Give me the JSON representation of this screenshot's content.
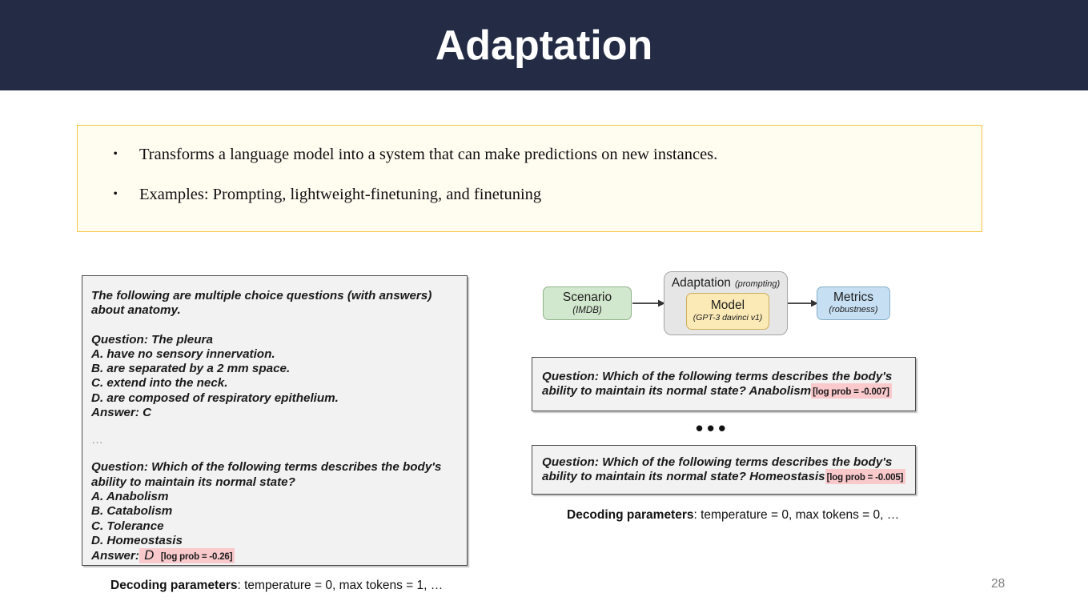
{
  "slide": {
    "title": "Adaptation",
    "page_number": "28",
    "header_color": "#232B45",
    "callout_bg": "#FFFCF0",
    "callout_border": "#F5C644",
    "highlight_color": "#F9C9CC"
  },
  "callout": {
    "bullets": [
      {
        "marker": "•",
        "text": "Transforms a language model into a system that can make predictions on new instances."
      },
      {
        "marker": "•",
        "text": " Examples: Prompting, lightweight-finetuning, and finetuning"
      }
    ]
  },
  "left_prompt": {
    "intro": "The following are multiple choice questions (with answers) about anatomy.",
    "example_question": "Question: The pleura",
    "example_choices": [
      "A. have no sensory innervation.",
      "B. are separated by a 2 mm space.",
      "C. extend into the neck.",
      "D. are composed of respiratory epithelium."
    ],
    "example_answer": "Answer: C",
    "ellipsis": "…",
    "target_question": "Question: Which of the following terms describes the body's ability to maintain its normal state?",
    "target_choices": [
      "A. Anabolism",
      "B. Catabolism",
      "C. Tolerance",
      "D. Homeostasis"
    ],
    "answer_label": "Answer:",
    "answer_value": "D",
    "answer_logprob": "[log prob = -0.26]"
  },
  "left_decoding": {
    "label": "Decoding parameters",
    "rest": ": temperature = 0, max tokens = 1, …"
  },
  "pipeline": {
    "scenario": {
      "title": "Scenario",
      "sub": "(IMDB)",
      "color": "#D2E8CE"
    },
    "adaptation": {
      "title": "Adaptation",
      "sub": "(prompting)",
      "color": "#E6E6E6"
    },
    "model": {
      "title": "Model",
      "sub": "(GPT-3 davinci v1)",
      "color": "#FBEAB6"
    },
    "metrics": {
      "title": "Metrics",
      "sub": "(robustness)",
      "color": "#C6DFF2"
    }
  },
  "right_prompts": [
    {
      "question": "Question: Which of the following terms describes the body's ability to maintain its normal state? Anabolism",
      "logprob": "[log prob = -0.007]"
    },
    {
      "question": "Question: Which of the following terms describes the body's ability to maintain its normal state? Homeostasis",
      "logprob": "[log prob = -0.005]"
    }
  ],
  "separator": {
    "dots": "•••"
  },
  "right_decoding": {
    "label": "Decoding parameters",
    "rest": ": temperature = 0, max tokens = 0, …"
  }
}
